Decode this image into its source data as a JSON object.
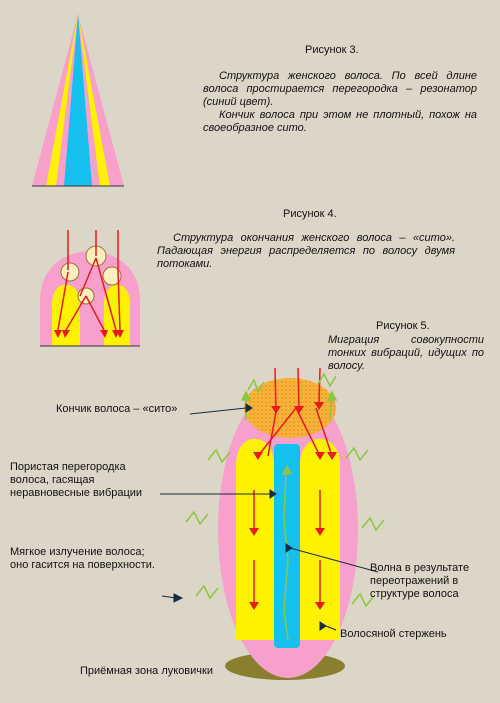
{
  "figures": {
    "fig3": {
      "caption": "Рисунок 3.",
      "paragraph1": "Структура женского волоса. По всей длине волоса простирается перегородка – резонатор (синий цвет).",
      "paragraph2": "Кончик волоса при этом не плотный, похож на своеобразное сито."
    },
    "fig4": {
      "caption": "Рисунок 4.",
      "description": "Структура окончания женского волоса – «сито». Падающая энергия распределяется по волосу двумя потоками."
    },
    "fig5": {
      "caption": "Рисунок 5.",
      "description": "Миграция совокупности тонких вибраций, идущих по волосу.",
      "labels": {
        "tip": "Кончик волоса – «сито»",
        "septum": "Пористая перегородка волоса, гасящая неравновесные вибрации",
        "emission": "Мягкое излучение волоса; оно гасится на поверхности.",
        "wave": "Волна в результате переотражений в структуре волоса",
        "shaft": "Волосяной стержень",
        "bulb": "Приёмная зона луковички"
      }
    }
  },
  "colors": {
    "background": "#dcd6c8",
    "pink": "#f7a0cc",
    "yellow": "#fff200",
    "blue": "#16c0ee",
    "orange": "#f7b23a",
    "cream": "#fcefc0",
    "red": "#e81c1c",
    "green": "#8cc63f",
    "olive": "#8a7f2e",
    "pointer": "#1a2a44"
  }
}
